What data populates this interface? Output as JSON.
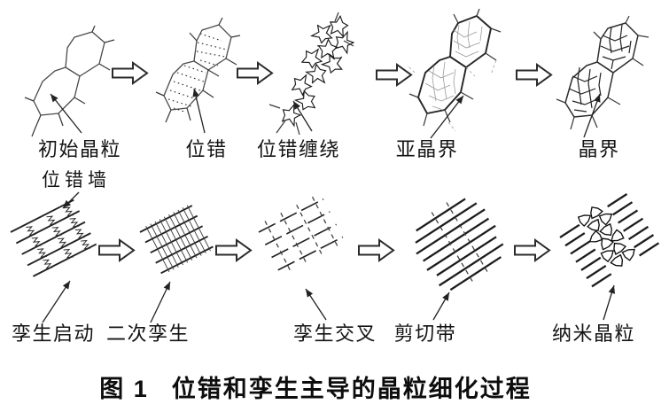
{
  "colors": {
    "ink": "#1f1f1f",
    "paper": "#ffffff"
  },
  "top_row": {
    "stages": [
      {
        "label": "初始晶粒"
      },
      {
        "label": "位错"
      },
      {
        "label": "位错缠绕"
      },
      {
        "label": "亚晶界"
      },
      {
        "label": "晶界"
      }
    ]
  },
  "bottom_row": {
    "annotation": {
      "label": "位错墙"
    },
    "stages": [
      {
        "label": "孪生启动"
      },
      {
        "label": "二次孪生"
      },
      {
        "label": "孪生交叉"
      },
      {
        "label": "剪切带"
      },
      {
        "label": "纳米晶粒"
      }
    ]
  },
  "caption": {
    "number": "图 1",
    "title": "位错和孪生主导的晶粒细化过程"
  }
}
